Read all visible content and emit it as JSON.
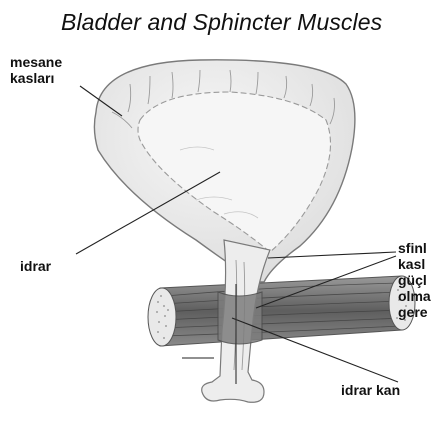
{
  "title": "Bladder and Sphincter Muscles",
  "labels": {
    "bladder_muscles": [
      "mesane",
      "kasları"
    ],
    "urine": "idrar",
    "sphincter": [
      "sfinl",
      "kasl",
      "güçl",
      "olma",
      "gere"
    ],
    "urethra": "idrar kan"
  },
  "colors": {
    "outline": "#7a7a7a",
    "bladder_fill": "#ececec",
    "muscle_dark": "#6e6e6e",
    "line": "#222222"
  }
}
